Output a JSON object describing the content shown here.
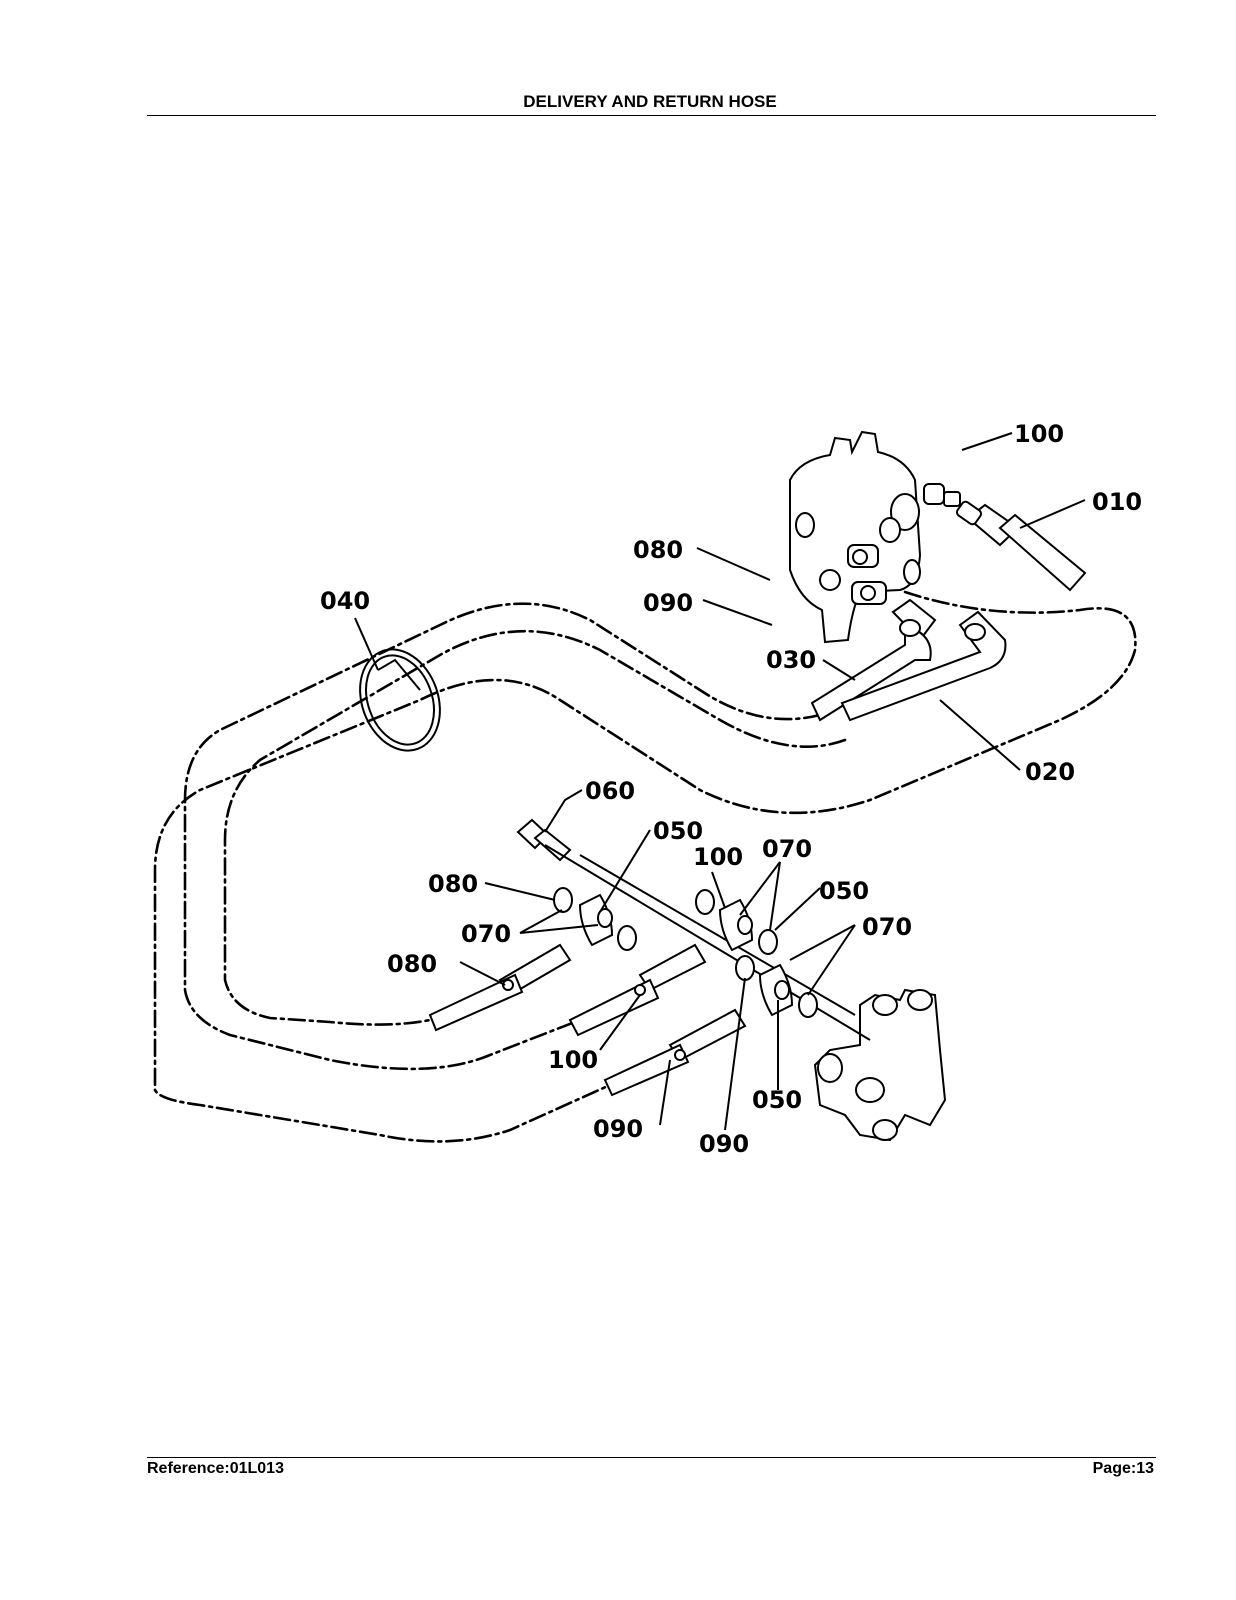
{
  "header": {
    "title": "DELIVERY AND RETURN HOSE"
  },
  "footer": {
    "reference": "Reference:01L013",
    "page": "Page:13"
  },
  "callouts": [
    "100",
    "010",
    "080",
    "090",
    "040",
    "030",
    "020",
    "060",
    "050",
    "100",
    "070",
    "050",
    "080",
    "070",
    "070",
    "080",
    "100",
    "090",
    "090",
    "050"
  ]
}
